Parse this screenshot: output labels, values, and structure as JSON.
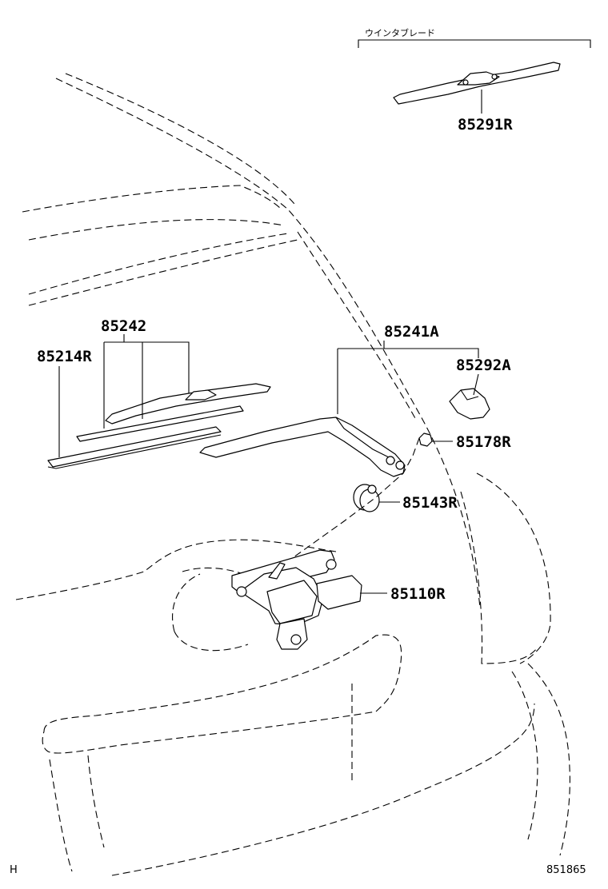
{
  "header_note": "ウインタブレード",
  "parts": {
    "blade_85291r": "85291R",
    "blade_85242": "85242",
    "rubber_85214r": "85214R",
    "arm_85241a": "85241A",
    "cover_85292a": "85292A",
    "nut_85178r": "85178R",
    "cap_85143r": "85143R",
    "motor_85110r": "85110R"
  },
  "footer": {
    "left_code": "H",
    "diagram_id": "851865"
  }
}
